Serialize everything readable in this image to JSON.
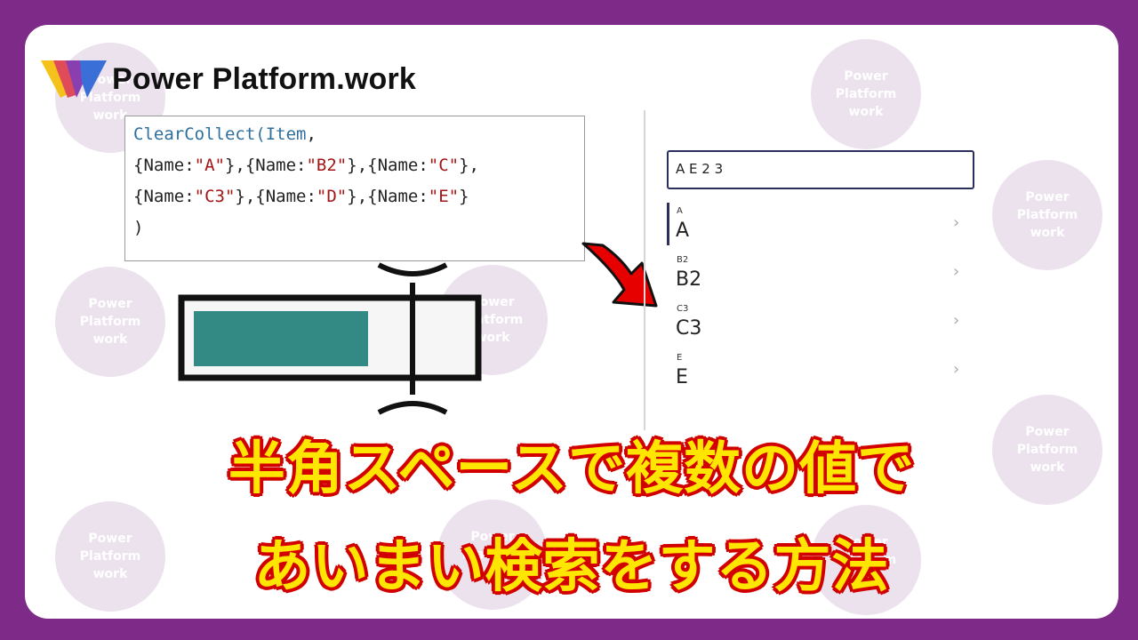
{
  "brand": {
    "name": "Power Platform.work"
  },
  "watermark": {
    "text": "Power\nPlatform\nwork"
  },
  "code": {
    "line1_fn": "ClearCollect(",
    "line1_arg": "Item",
    "line1_end": ",",
    "line2_a": "{Name:",
    "line2_a_val": "\"A\"",
    "line2_b": "},{Name:",
    "line2_b_val": "\"B2\"",
    "line2_c": "},{Name:",
    "line2_c_val": "\"C\"",
    "line2_end": "},",
    "line3_a": "{Name:",
    "line3_a_val": "\"C3\"",
    "line3_b": "},{Name:",
    "line3_b_val": "\"D\"",
    "line3_c": "},{Name:",
    "line3_c_val": "\"E\"",
    "line3_end": "}",
    "line4": ")"
  },
  "search": {
    "value": "A E 2 3"
  },
  "gallery": {
    "items": [
      {
        "small": "A",
        "big": "A",
        "chevron": "›"
      },
      {
        "small": "B2",
        "big": "B2",
        "chevron": "›"
      },
      {
        "small": "C3",
        "big": "C3",
        "chevron": "›"
      },
      {
        "small": "E",
        "big": "E",
        "chevron": "›"
      }
    ]
  },
  "headline": {
    "line1": "半角スペースで複数の値で",
    "line2": "あいまい検索をする方法"
  },
  "colors": {
    "frame": "#7d2a88",
    "textbox_fill": "#338a84",
    "arrow": "#e60000",
    "headline_fill": "#ffe600",
    "headline_stroke": "#e00000"
  }
}
